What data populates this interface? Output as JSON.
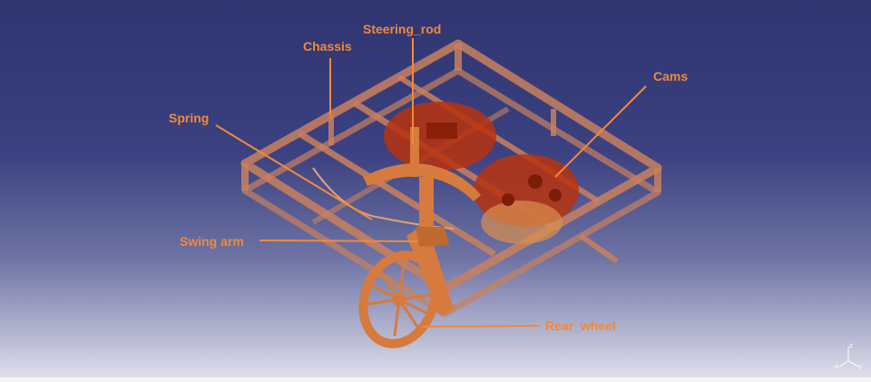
{
  "labels": {
    "steering_rod": "Steering_rod",
    "chassis": "Chassis",
    "cams": "Cams",
    "spring": "Spring",
    "swing_arm": "Swing arm",
    "rear_wheel": "Rear_wheel"
  },
  "axes_triad": {
    "x": "x",
    "y": "y",
    "z": "z"
  },
  "colors": {
    "label": "#f08a3c",
    "frame": "#c9805e",
    "cams": "#b8320e",
    "wheel": "#d77a3e",
    "background_top": "#2f3570",
    "background_bottom": "#e4e4ee"
  }
}
